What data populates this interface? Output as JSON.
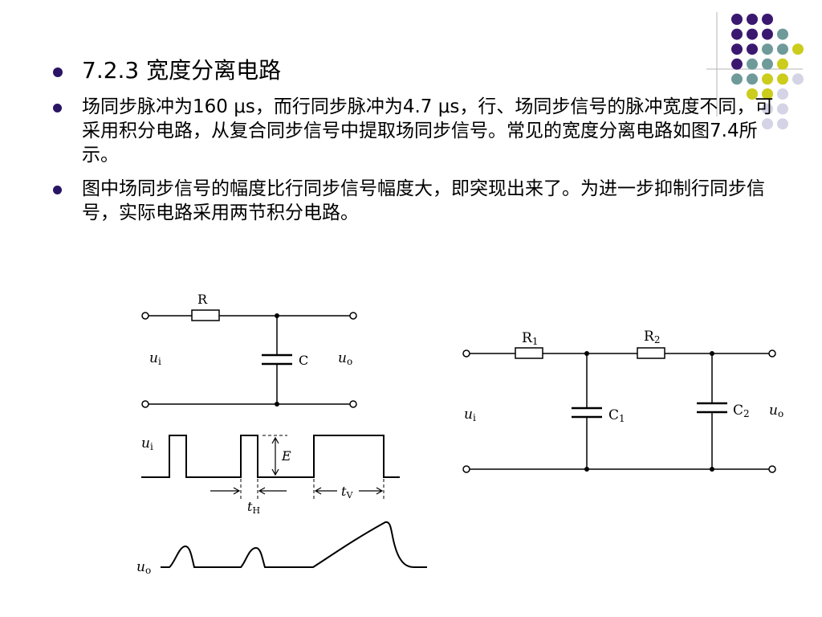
{
  "slide": {
    "title": "7.2.3  宽度分离电路",
    "bullets": [
      "场同步脉冲为160 μs，而行同步脉冲为4.7 μs，行、场同步信号的脉冲宽度不同，可采用积分电路，从复合同步信号中提取场同步信号。常见的宽度分离电路如图7.4所示。",
      "图中场同步信号的幅度比行同步信号幅度大，即突现出来了。为进一步抑制行同步信号，实际电路采用两节积分电路。"
    ]
  },
  "theme": {
    "accent_purple": "#3b1870",
    "accent_teal": "#6f9a9a",
    "accent_yellow": "#cccc1c",
    "accent_lavender": "#d4d4e6",
    "bullet_color": "#2a1466"
  },
  "figure": {
    "circuit1": {
      "resistor": "R",
      "capacitor": "C",
      "input_u": "u",
      "input_sub": "i",
      "output_u": "u",
      "output_sub": "o"
    },
    "waveform": {
      "input_u": "u",
      "input_sub": "i",
      "amplitude": "E",
      "th_t": "t",
      "th_sub": "H",
      "tv_t": "t",
      "tv_sub": "V",
      "output_u": "u",
      "output_sub": "o"
    },
    "circuit2": {
      "r1": "R",
      "r1_sub": "1",
      "r2": "R",
      "r2_sub": "2",
      "c1": "C",
      "c1_sub": "1",
      "c2": "C",
      "c2_sub": "2",
      "input_u": "u",
      "input_sub": "i",
      "output_u": "u",
      "output_sub": "o"
    }
  }
}
